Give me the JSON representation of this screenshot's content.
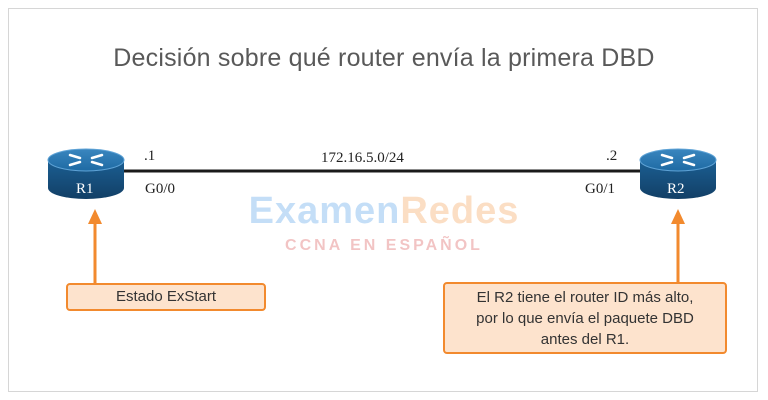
{
  "title": "Decisión sobre qué router envía la primera DBD",
  "network": "172.16.5.0/24",
  "routers": {
    "r1": {
      "name": "R1",
      "host": ".1",
      "interface": "G0/0"
    },
    "r2": {
      "name": "R2",
      "host": ".2",
      "interface": "G0/1"
    }
  },
  "callouts": {
    "r1": "Estado ExStart",
    "r2_lines": [
      "El R2 tiene el router ID más alto,",
      "por lo que envía el paquete DBD",
      "antes del R1."
    ]
  },
  "watermark": {
    "part1": "Examen",
    "part2": "Redes",
    "sub": "CCNA EN ESPAÑOL"
  },
  "colors": {
    "router": "#1b6aa0",
    "accent": "#f28a2e",
    "callout_fill": "#fde3cd"
  }
}
